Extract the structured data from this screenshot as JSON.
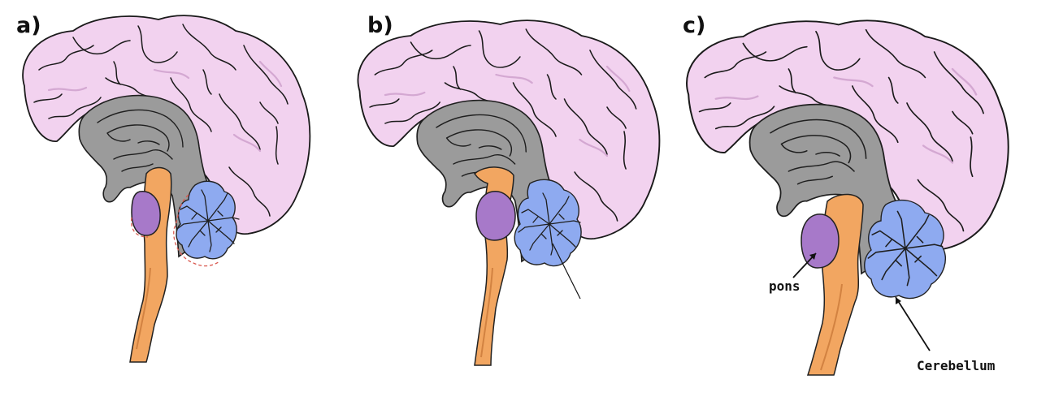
{
  "panels": [
    {
      "label": "a)"
    },
    {
      "label": "b)"
    },
    {
      "label": "c)"
    }
  ],
  "annotations": {
    "pons": "pons",
    "cerebellum": "Cerebellum"
  },
  "colors": {
    "cortex": "#f2d2ef",
    "grey_matter": "#9b9b9b",
    "brainstem": "#f2a661",
    "pons": "#a779c9",
    "cerebellum": "#8eaaf0",
    "outline_dashed": "#d9584f"
  }
}
